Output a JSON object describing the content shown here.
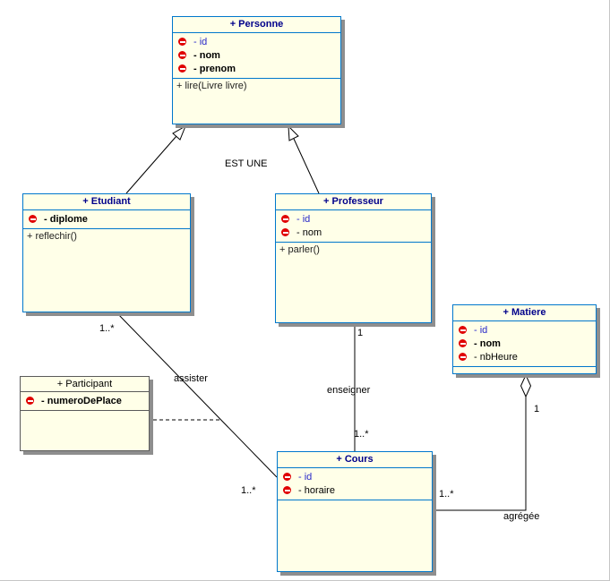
{
  "classes": {
    "personne": {
      "title": "+ Personne",
      "attributes": [
        {
          "text": "- id"
        },
        {
          "text": "- nom"
        },
        {
          "text": "- prenom"
        }
      ],
      "methods": [
        {
          "text": "+ lire(Livre livre)"
        }
      ]
    },
    "etudiant": {
      "title": "+ Etudiant",
      "attributes": [
        {
          "text": "- diplome"
        }
      ],
      "methods": [
        {
          "text": "+ reflechir()"
        }
      ]
    },
    "professeur": {
      "title": "+ Professeur",
      "attributes": [
        {
          "text": "- id"
        },
        {
          "text": "- nom"
        }
      ],
      "methods": [
        {
          "text": "+ parler()"
        }
      ]
    },
    "matiere": {
      "title": "+ Matiere",
      "attributes": [
        {
          "text": "- id"
        },
        {
          "text": "- nom"
        },
        {
          "text": "- nbHeure"
        }
      ],
      "methods": []
    },
    "participant": {
      "title": "+ Participant",
      "attributes": [
        {
          "text": "- numeroDePlace"
        }
      ],
      "methods": []
    },
    "cours": {
      "title": "+ Cours",
      "attributes": [
        {
          "text": "- id"
        },
        {
          "text": "- horaire"
        }
      ],
      "methods": []
    }
  },
  "labels": {
    "est_une": "EST UNE",
    "assister": {
      "name": "assister",
      "mult_etudiant": "1..*",
      "mult_cours": "1..*"
    },
    "enseigner": {
      "name": "enseigner",
      "mult_professeur": "1",
      "mult_cours": "1..*"
    },
    "agregee": {
      "name": "agrégée",
      "mult_matiere": "1",
      "mult_cours": "1..*"
    }
  },
  "icons": {
    "private_visibility": "red-circle-minus"
  },
  "colors": {
    "class_border": "#0077CC",
    "class_fill": "#FFFFE8",
    "title_text": "#00008B",
    "attribute_blue": "#2828C8",
    "attribute_black": "#000000",
    "icon_red": "#E00000",
    "shadow": "#8E8E8E",
    "participant_border": "#5A5A5A",
    "line": "#000000",
    "background": "#FFFFFF"
  }
}
